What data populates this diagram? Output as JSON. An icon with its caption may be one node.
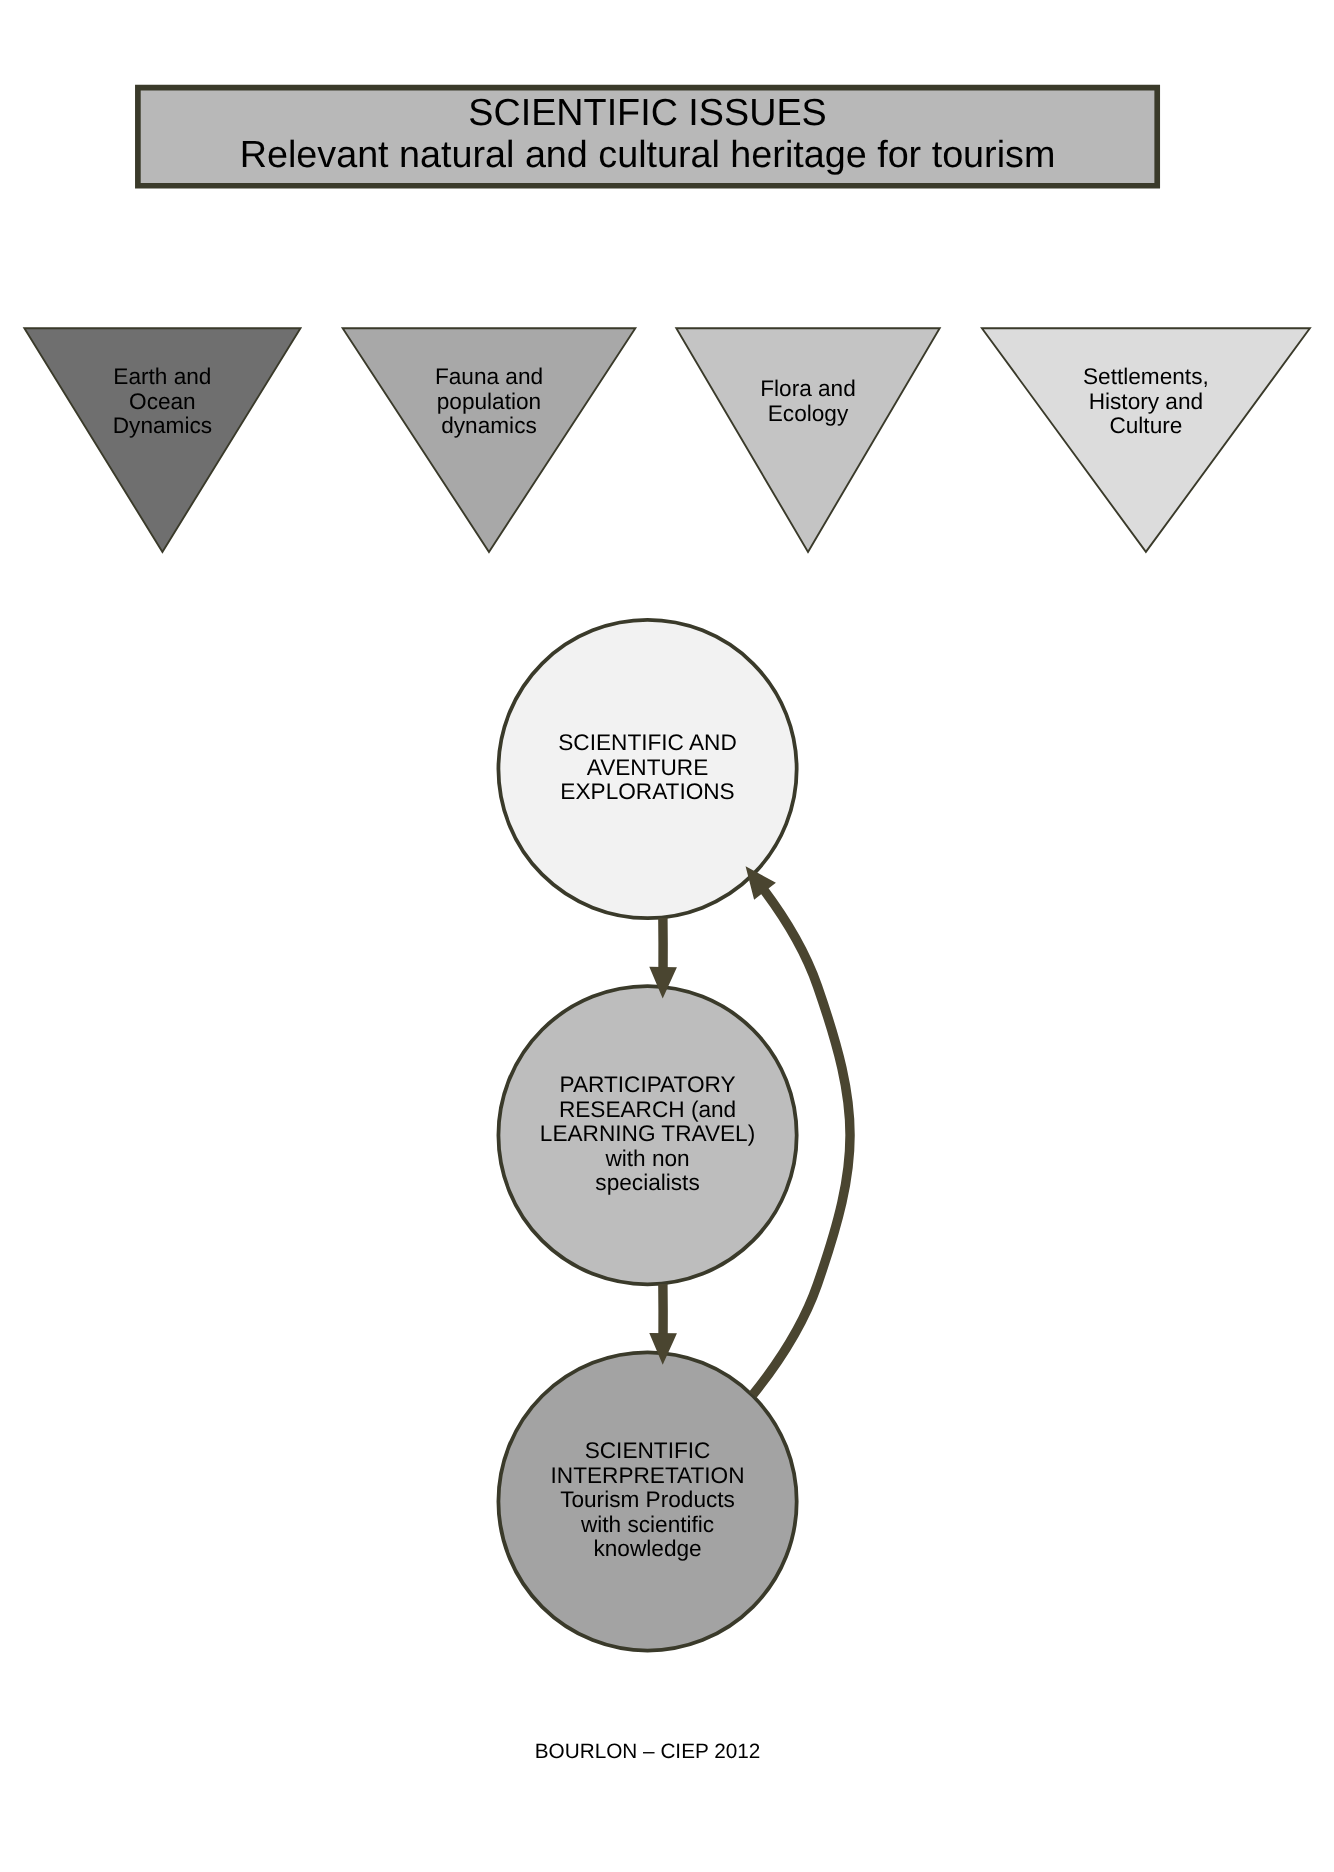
{
  "diagram": {
    "nodes": [
      {
        "text": [
          "SCIENTIFIC ISSUES",
          "Relevant natural and cultural heritage for tourism"
        ]
      },
      {
        "text": [
          "Earth and Ocean Dynamics"
        ]
      },
      {
        "text": [
          "Fauna and population dynamics"
        ]
      },
      {
        "text": [
          "Flora and Ecology"
        ]
      },
      {
        "text": [
          "Settlements, History and Culture"
        ]
      },
      {
        "text": [
          "SCIENTIFIC AND AVENTURE EXPLORATIONS"
        ]
      },
      {
        "text": [
          "PARTICIPATORY RESEARCH (and LEARNING TRAVEL) with non specialists"
        ]
      },
      {
        "text": [
          "SCIENTIFIC INTERPRETATION",
          "Tourism Products with scientific knowledge"
        ]
      }
    ],
    "edges": [
      {
        "from": 5,
        "to": 6,
        "arrow": "to"
      },
      {
        "from": 6,
        "to": 7,
        "arrow": "to"
      },
      {
        "from": 7,
        "to": 5,
        "arrow": "to"
      }
    ],
    "labels": [
      "BOURLON – CIEP 2012"
    ]
  }
}
